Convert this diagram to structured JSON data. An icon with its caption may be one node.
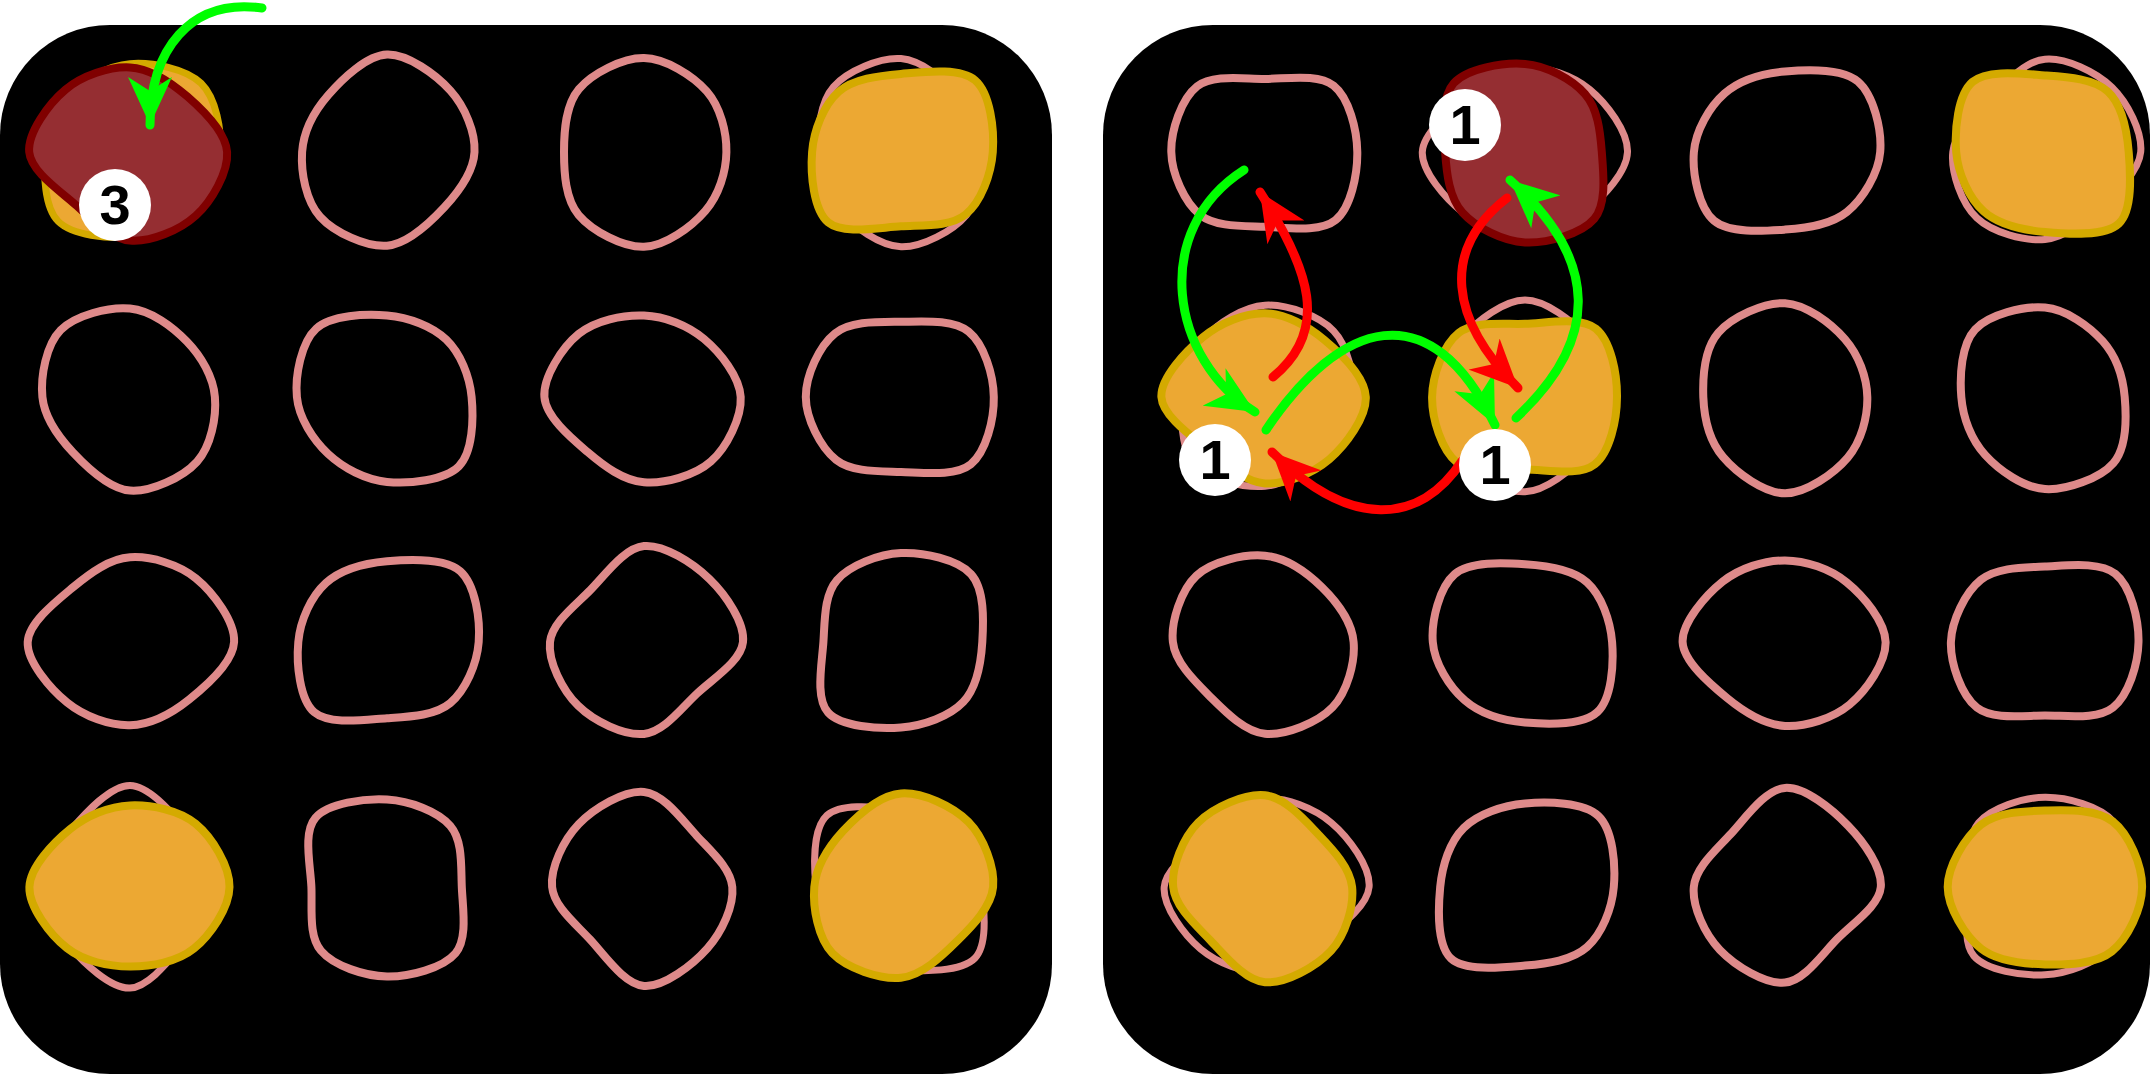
{
  "diagram": {
    "nodes": [
      {
        "text": [],
        "shape": "box"
      },
      {
        "text": [
          "3"
        ],
        "in": 0
      },
      {
        "text": [],
        "shape": "blob",
        "in": 0
      },
      {
        "text": [],
        "shape": "blob",
        "in": 0
      },
      {
        "text": [],
        "shape": "blob",
        "in": 0
      },
      {
        "text": [],
        "shape": "blob",
        "in": 0
      },
      {
        "text": [],
        "shape": "blob",
        "in": 0
      },
      {
        "text": [],
        "shape": "blob",
        "in": 0
      },
      {
        "text": [],
        "shape": "blob",
        "in": 0
      },
      {
        "text": [],
        "shape": "blob",
        "in": 0
      },
      {
        "text": [],
        "shape": "blob",
        "in": 0
      },
      {
        "text": [],
        "shape": "blob",
        "in": 0
      },
      {
        "text": [],
        "shape": "blob",
        "in": 0
      },
      {
        "text": [],
        "shape": "blob",
        "in": 0
      },
      {
        "text": [],
        "shape": "blob",
        "in": 0
      },
      {
        "text": [],
        "shape": "blob",
        "in": 0
      },
      {
        "text": [],
        "shape": "blob",
        "in": 0
      },
      {
        "text": [],
        "shape": "box"
      },
      {
        "text": [],
        "shape": "blob",
        "in": 17
      },
      {
        "text": [
          "1"
        ],
        "in": 17
      },
      {
        "text": [],
        "shape": "blob",
        "in": 17
      },
      {
        "text": [],
        "shape": "blob",
        "in": 17
      },
      {
        "text": [
          "1"
        ],
        "in": 17
      },
      {
        "text": [
          "1"
        ],
        "in": 17
      },
      {
        "text": [],
        "shape": "blob",
        "in": 17
      },
      {
        "text": [],
        "shape": "blob",
        "in": 17
      },
      {
        "text": [],
        "shape": "blob",
        "in": 17
      },
      {
        "text": [],
        "shape": "blob",
        "in": 17
      },
      {
        "text": [],
        "shape": "blob",
        "in": 17
      },
      {
        "text": [],
        "shape": "blob",
        "in": 17
      },
      {
        "text": [],
        "shape": "blob",
        "in": 17
      },
      {
        "text": [],
        "shape": "blob",
        "in": 17
      },
      {
        "text": [],
        "shape": "blob",
        "in": 17
      },
      {
        "text": [],
        "shape": "blob",
        "in": 17
      }
    ],
    "edges": [
      {
        "from": null,
        "to": 1,
        "arrow": "to",
        "color": "#00ff00"
      },
      {
        "from": 18,
        "to": 22,
        "arrow": "to",
        "color": "#00ff00"
      },
      {
        "from": 22,
        "to": 18,
        "arrow": "to",
        "color": "#ff0000"
      },
      {
        "from": 22,
        "to": 23,
        "arrow": "to",
        "color": "#00ff00"
      },
      {
        "from": 23,
        "to": 22,
        "arrow": "to",
        "color": "#ff0000"
      },
      {
        "from": 19,
        "to": 23,
        "arrow": "to",
        "color": "#ff0000"
      },
      {
        "from": 23,
        "to": 19,
        "arrow": "to",
        "color": "#00ff00"
      }
    ]
  }
}
